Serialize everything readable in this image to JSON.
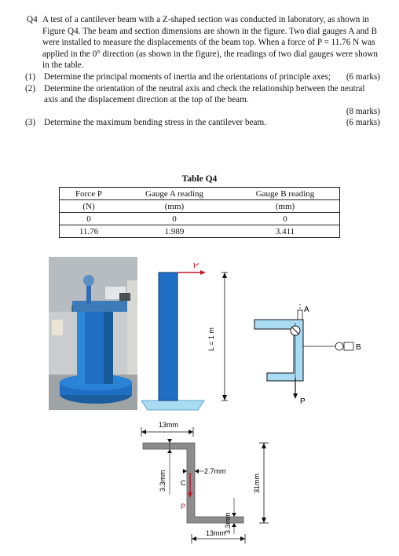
{
  "question": {
    "number": "Q4",
    "intro": "A test of a cantilever beam with a Z-shaped section was conducted in laboratory, as shown in Figure Q4. The beam and section dimensions are shown in the figure. Two dial gauges A and B were installed to measure the displacements of the beam top. When a force of P = 11.76 N was applied in the 0° direction (as shown in the figure), the readings of two dial gauges were shown in the table.",
    "parts": [
      {
        "num": "(1)",
        "text": "Determine the principal moments of inertia and the orientations of principle axes;",
        "marks": "(6 marks)"
      },
      {
        "num": "(2)",
        "text": "Determine the orientation of the neutral axis and check the relationship between the neutral axis and the displacement direction at the top of the beam.",
        "marks": "(8 marks)"
      },
      {
        "num": "(3)",
        "text": "Determine the maximum bending stress in the cantilever beam.",
        "marks": "(6 marks)"
      }
    ]
  },
  "table": {
    "title": "Table Q4",
    "header1": [
      "Force P",
      "Gauge A reading",
      "Gauge B reading"
    ],
    "header2": [
      "(N)",
      "(mm)",
      "(mm)"
    ],
    "rows": [
      [
        "0",
        "0",
        "0"
      ],
      [
        "11.76",
        "1.989",
        "3.411"
      ]
    ]
  },
  "figure": {
    "beam_force_label": "P",
    "beam_length_label": "L = 1 m",
    "gauge_a_label": "A",
    "gauge_b_label": "B",
    "top_view_force_label": "P",
    "dim_top_flange": "13mm",
    "dim_web_thickness": "2.7mm",
    "dim_flange_thickness_left": "3.3mm",
    "dim_flange_thickness_right": "3.3mm",
    "dim_height": "31mm",
    "dim_bottom_flange": "13mm",
    "centroid_label": "C",
    "section_force_label": "P"
  },
  "colors": {
    "beam_blue": "#1f6fc4",
    "light_blue": "#a9dcf2",
    "force_red": "#c0182a",
    "section_gray": "#8c8c8c"
  }
}
